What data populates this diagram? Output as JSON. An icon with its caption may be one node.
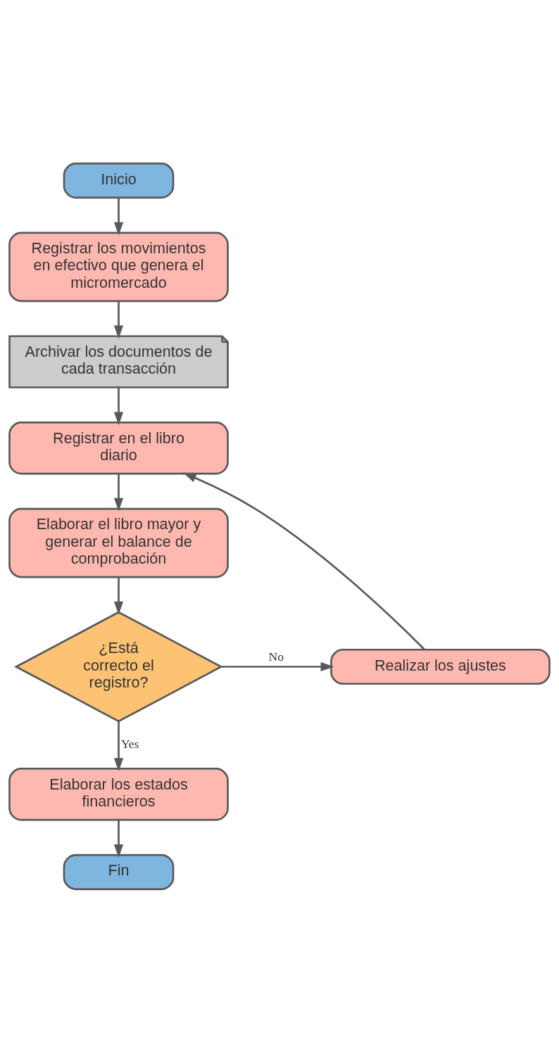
{
  "diagram": {
    "nodes": [
      {
        "text": [
          "Inicio"
        ]
      },
      {
        "text": [
          "Registrar los movimientos en efectivo que genera el micromercado"
        ]
      },
      {
        "text": [
          "Archivar los documentos de cada transacción"
        ]
      },
      {
        "text": [
          "Registrar en el libro diario"
        ]
      },
      {
        "text": [
          "Elaborar el libro mayor y generar el balance de comprobación"
        ]
      },
      {
        "text": [
          "¿Está correcto el registro?"
        ]
      },
      {
        "text": [
          "Realizar los ajustes"
        ]
      },
      {
        "text": [
          "Elaborar los estados financieros"
        ]
      },
      {
        "text": [
          "Fin"
        ]
      }
    ],
    "edges": [
      {
        "from": 0,
        "to": 1,
        "arrow": "to"
      },
      {
        "from": 1,
        "to": 2,
        "arrow": "to"
      },
      {
        "from": 2,
        "to": 3,
        "arrow": "to"
      },
      {
        "from": 3,
        "to": 4,
        "arrow": "to"
      },
      {
        "from": 4,
        "to": 5,
        "arrow": "to"
      },
      {
        "from": 5,
        "to": 6,
        "arrow": "to",
        "label": "No"
      },
      {
        "from": 6,
        "to": 3,
        "arrow": "to"
      },
      {
        "from": 5,
        "to": 7,
        "arrow": "to",
        "label": "Yes"
      },
      {
        "from": 7,
        "to": 8,
        "arrow": "to"
      }
    ]
  }
}
